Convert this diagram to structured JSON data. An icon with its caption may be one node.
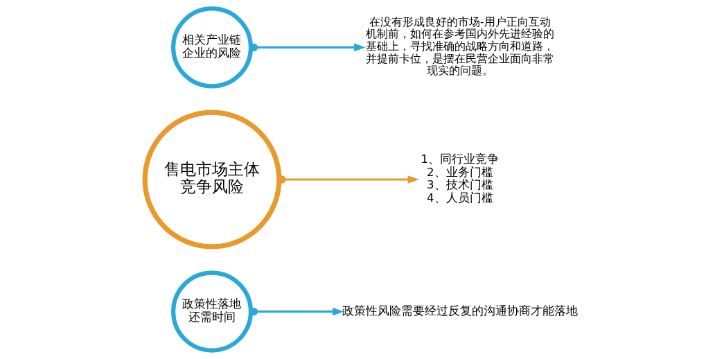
{
  "diagram": {
    "nodes": [
      {
        "text": [
          "政策性落地还需时间"
        ]
      },
      {
        "text": [
          "售电市场主体竞争风险"
        ]
      },
      {
        "text": [
          "相关产业链企业的风险"
        ]
      },
      {
        "text": [
          "政策性风险需要经过反复的沟通协商才能落地"
        ]
      },
      {
        "text": [
          "1、同行业竞争",
          "2、业务门槛",
          "3、技术门槛",
          "4、人员门槛"
        ]
      },
      {
        "text": [
          "在没有形成良好的市场-用户正向互动机制前，如何在参考国内外先进经验的基础上，寻找准确的战略方向和道路，并提前卡位，是摆在民营企业面向非常现实的问题。"
        ]
      }
    ],
    "edges": [
      {
        "from": 0,
        "to": 3,
        "arrow": "to"
      },
      {
        "from": 1,
        "to": 4,
        "arrow": "to",
        "color": "#e89a2c"
      },
      {
        "from": 2,
        "to": 5,
        "arrow": "to"
      }
    ]
  }
}
